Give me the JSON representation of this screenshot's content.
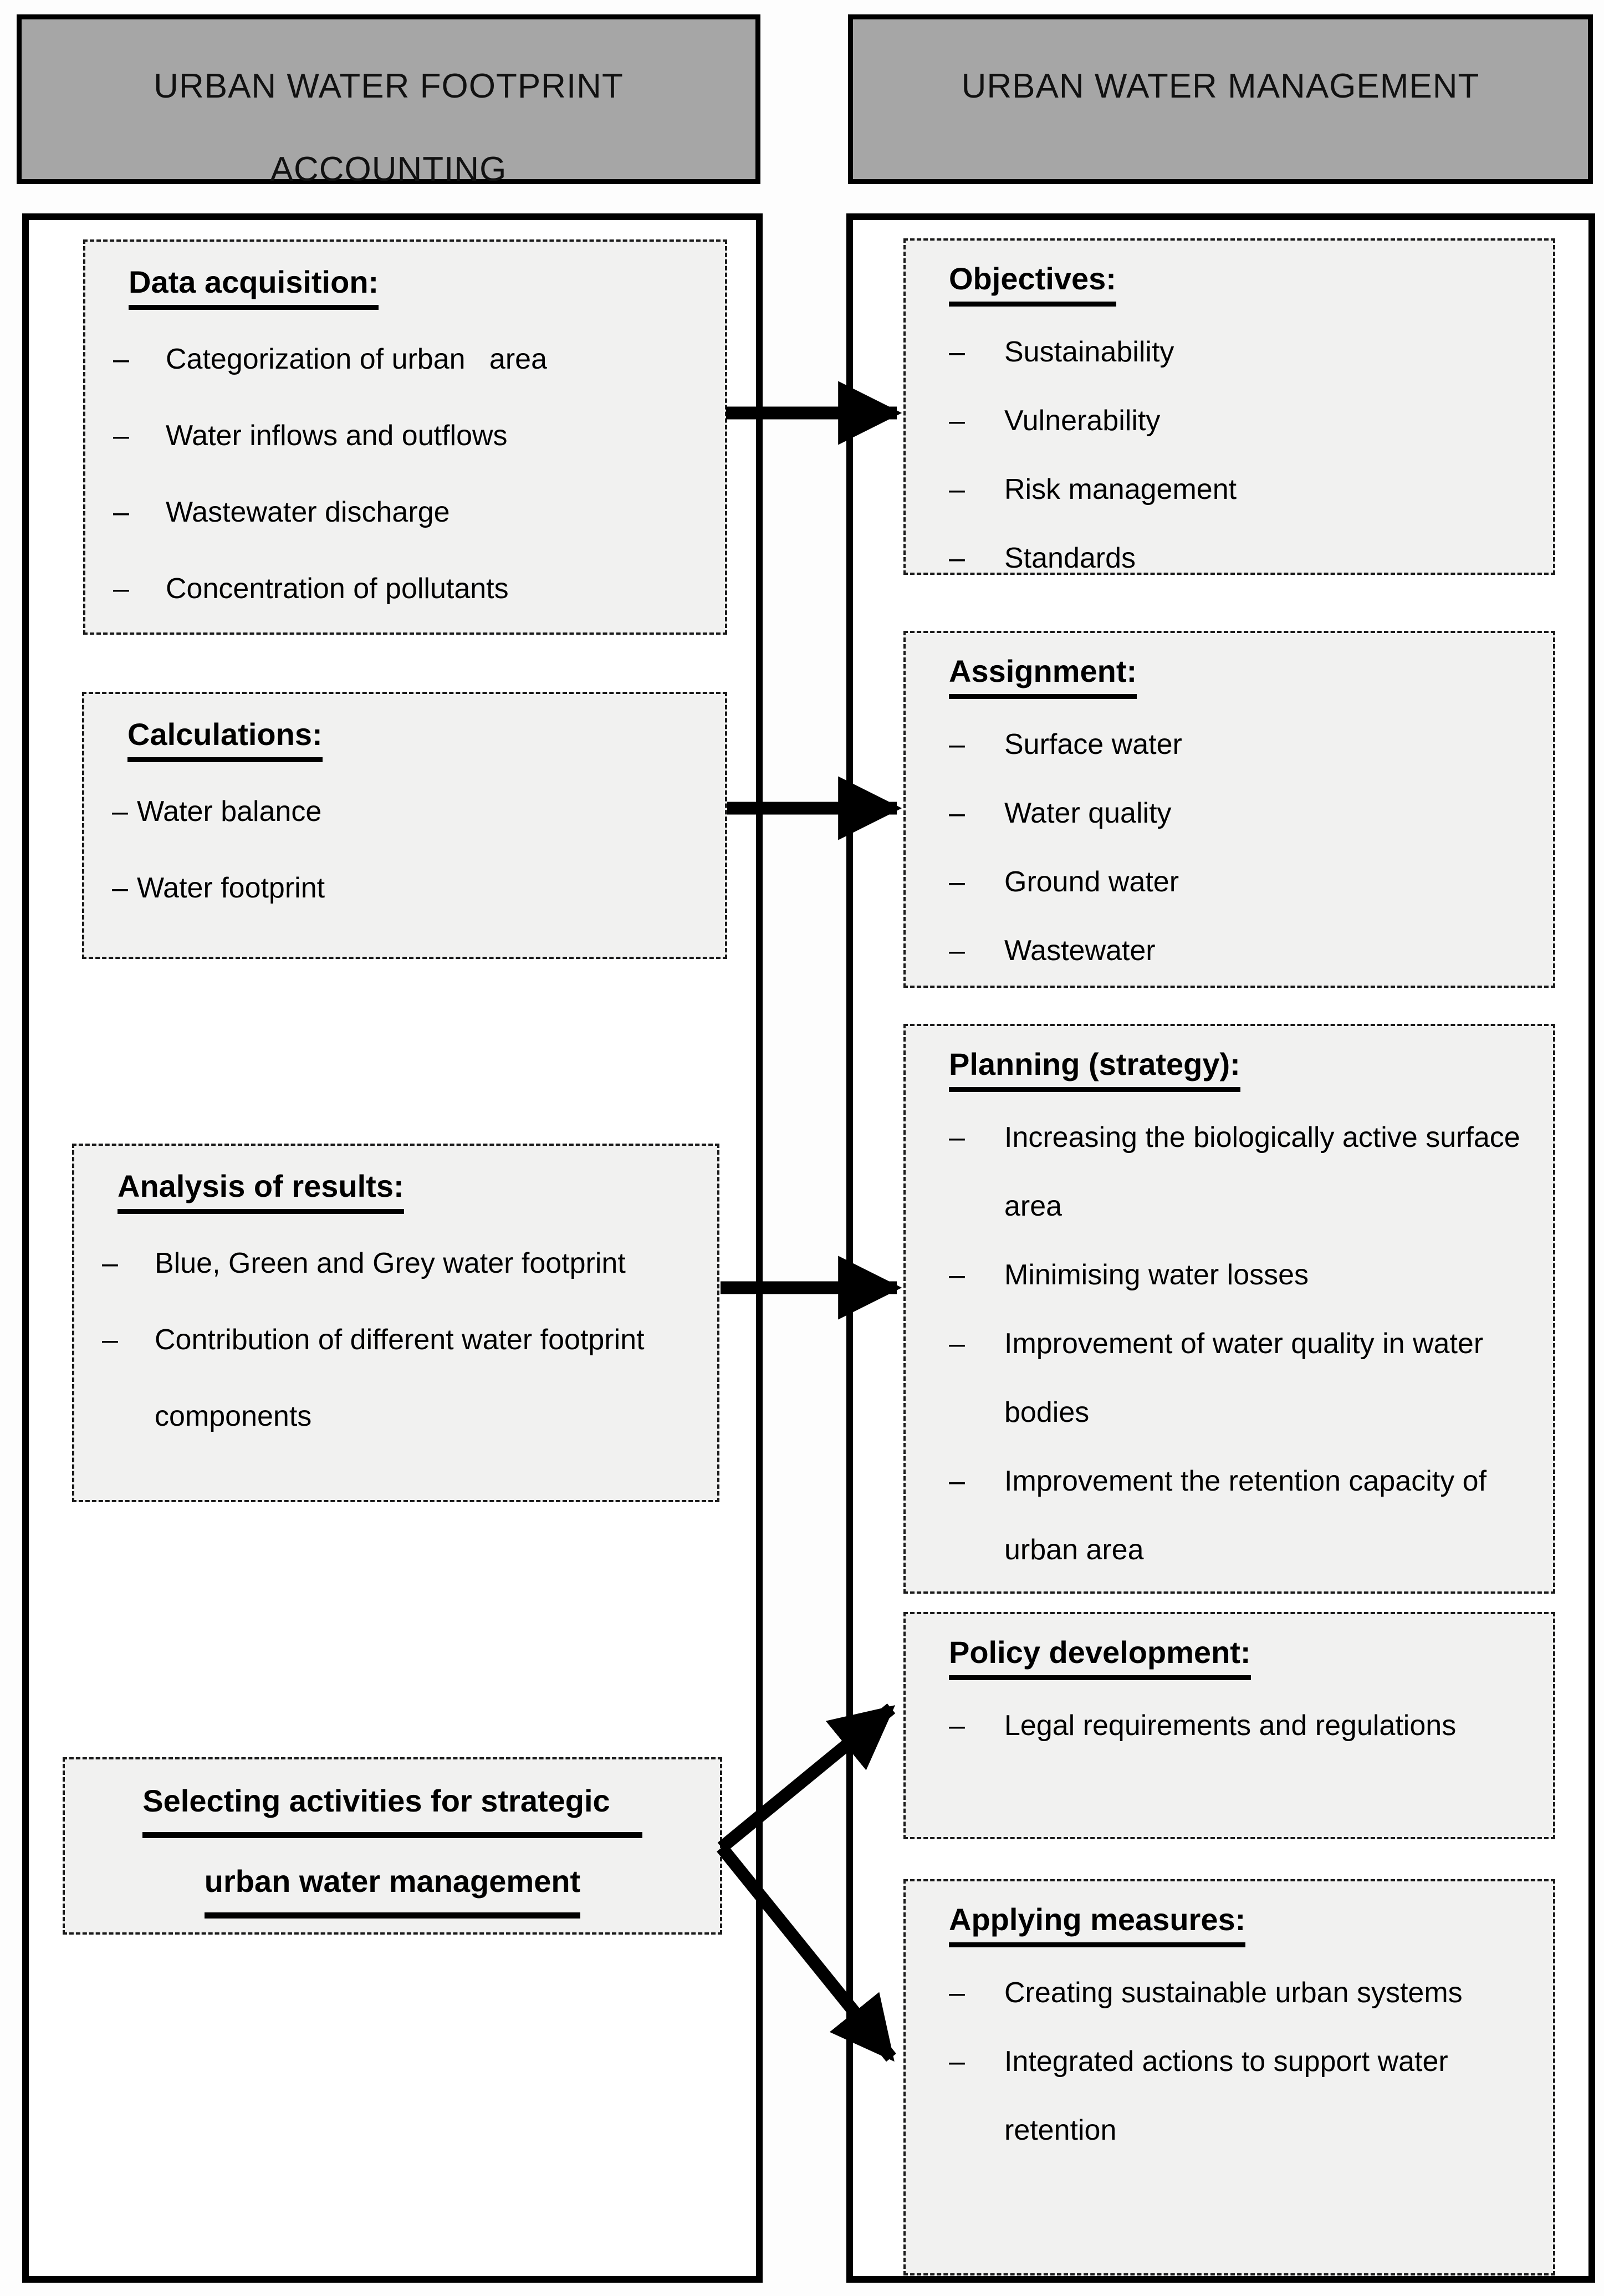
{
  "headers": {
    "left_line1": "URBAN WATER FOOTPRINT",
    "left_line2": "ACCOUNTING",
    "right": "URBAN WATER MANAGEMENT"
  },
  "bullet": "–",
  "left_column": {
    "data_acquisition": {
      "title": "Data acquisition:",
      "items": [
        "Categorization of urban   area",
        "Water inflows and outflows",
        "Wastewater discharge",
        "Concentration of pollutants"
      ]
    },
    "calculations": {
      "title": "Calculations:",
      "items": [
        "Water balance",
        "Water footprint"
      ]
    },
    "analysis_of_results": {
      "title": "Analysis of results:",
      "items": [
        "Blue, Green and Grey water footprint",
        "Contribution of different water footprint components"
      ]
    },
    "selecting_activities": {
      "title_line1": "Selecting activities for strategic",
      "title_line2": "urban water management"
    }
  },
  "right_column": {
    "objectives": {
      "title": "Objectives:",
      "items": [
        "Sustainability",
        "Vulnerability",
        "Risk management",
        "Standards"
      ]
    },
    "assignment": {
      "title": "Assignment:",
      "items": [
        "Surface water",
        "Water quality",
        "Ground water",
        "Wastewater"
      ]
    },
    "planning_strategy": {
      "title": "Planning (strategy):",
      "items": [
        "Increasing the biologically active surface area",
        "Minimising water losses",
        "Improvement of water quality in water bodies",
        "Improvement the retention capacity of urban area"
      ]
    },
    "policy_development": {
      "title": "Policy development:",
      "items": [
        "Legal requirements and regulations"
      ]
    },
    "applying_measures": {
      "title": "Applying measures:",
      "items": [
        "Creating sustainable urban systems",
        "Integrated actions to support water retention"
      ]
    }
  },
  "connections": [
    {
      "from": "Data acquisition",
      "to": "Objectives"
    },
    {
      "from": "Calculations",
      "to": "Assignment"
    },
    {
      "from": "Analysis of results",
      "to": "Planning (strategy)"
    },
    {
      "from": "Selecting activities for strategic urban water management",
      "to": "Policy development"
    },
    {
      "from": "Selecting activities for strategic urban water management",
      "to": "Applying measures"
    }
  ],
  "colors": {
    "header_bg": "#a6a6a6",
    "box_bg": "#f1f1f0",
    "line": "#000000",
    "page_bg": "#ffffff"
  }
}
